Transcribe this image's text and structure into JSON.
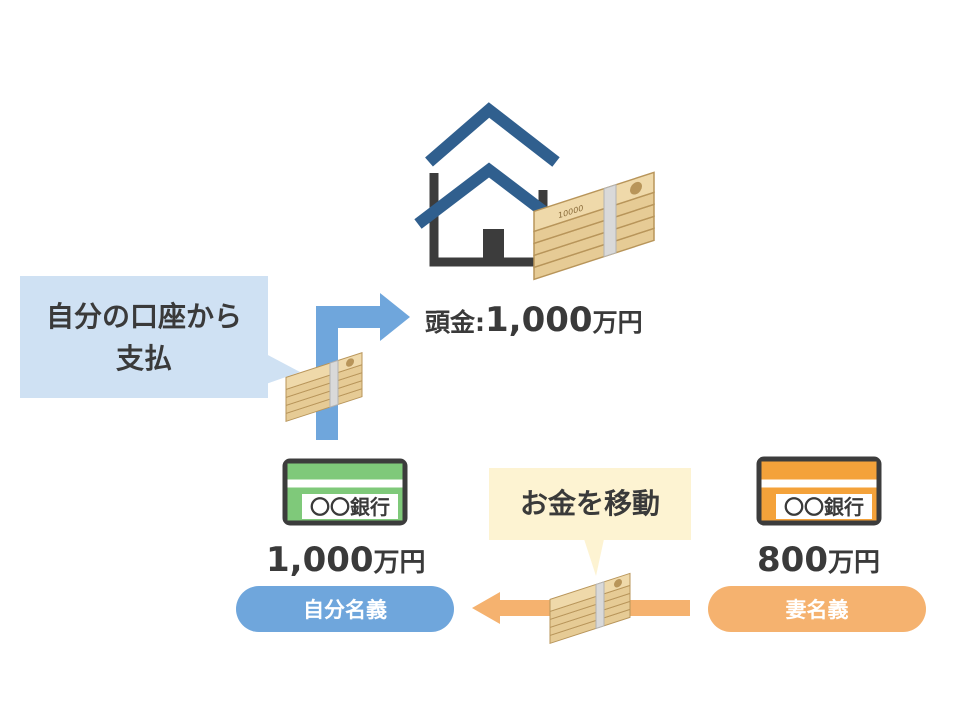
{
  "callout_self_pay": {
    "line1": "自分の口座から",
    "line2": "支払"
  },
  "down_payment": {
    "label": "頭金",
    "colon": ":",
    "amount": "1,000",
    "unit": "万円"
  },
  "self_account": {
    "bank_name": "〇〇銀行",
    "amount": "1,000",
    "unit": "万円",
    "owner_label": "自分名義"
  },
  "wife_account": {
    "bank_name": "〇〇銀行",
    "amount": "800",
    "unit": "万円",
    "owner_label": "妻名義"
  },
  "callout_transfer": {
    "text": "お金を移動"
  },
  "money_stack_label": "10000",
  "colors": {
    "house": "#305f8e",
    "house_walls": "#3c3c3c",
    "blue_arrow": "#6fa6dc",
    "orange_arrow": "#f5b26f",
    "callout_blue": "#cfe1f3",
    "callout_yellow": "#fdf3d2",
    "card_green": "#7fc97a",
    "card_orange": "#f4a23a",
    "money": "#e6cb95",
    "text": "#3a3a3a"
  },
  "icons": [
    "house-icon",
    "money-stack-icon",
    "bank-card-icon"
  ]
}
